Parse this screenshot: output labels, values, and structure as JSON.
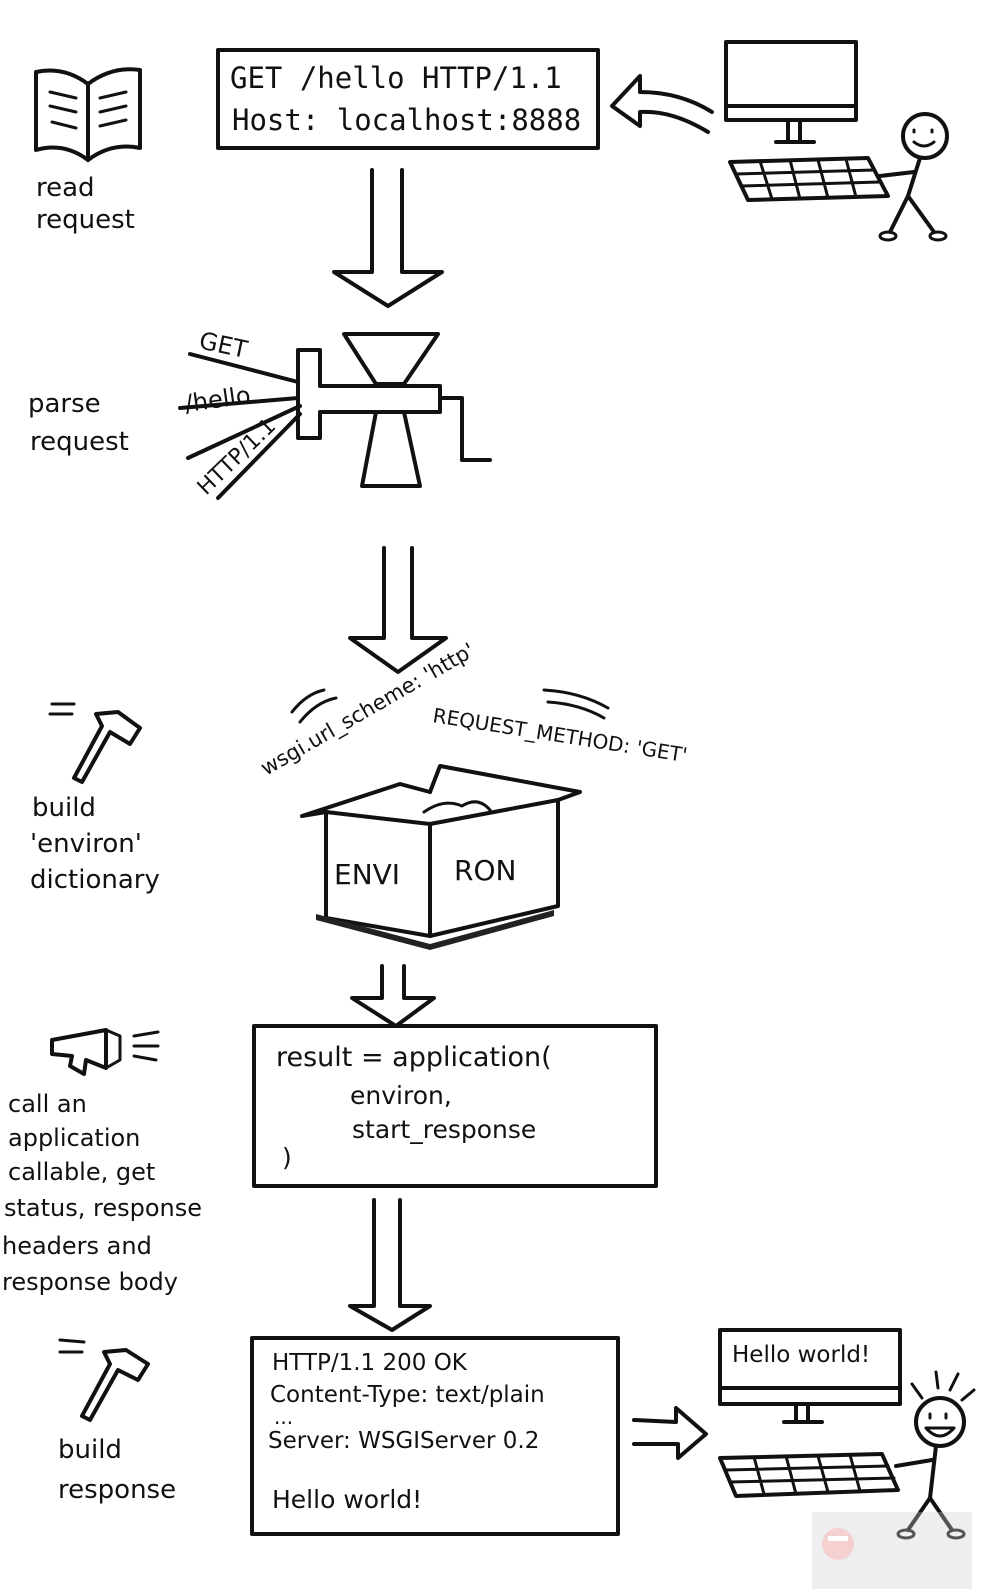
{
  "request_box": {
    "line1": "GET /hello HTTP/1.1",
    "line2": "Host: localhost:8888"
  },
  "steps": {
    "read": [
      "read",
      "request"
    ],
    "parse": [
      "parse",
      "request"
    ],
    "build_environ": [
      "build",
      "'environ'",
      "dictionary"
    ],
    "call_app": [
      "call an",
      "application",
      "callable, get",
      "status, response",
      "headers and",
      "response body"
    ],
    "build_response": [
      "build",
      "response"
    ]
  },
  "parser_inputs": {
    "method": "GET",
    "path": "/hello",
    "version": "HTTP/1.1"
  },
  "environ": {
    "box_left": "ENVI",
    "box_right": "RON",
    "key_scheme": "wsgi.url_scheme: 'http'",
    "key_method": "REQUEST_METHOD: 'GET'"
  },
  "app_call": {
    "line1": "result = application(",
    "line2": "environ,",
    "line3": "start_response",
    "line4": ")"
  },
  "response_box": {
    "line1": "HTTP/1.1  200 OK",
    "line2": "Content-Type: text/plain",
    "line3": "...",
    "line4": "Server: WSGIServer 0.2",
    "line5": "Hello world!"
  },
  "browser_screen_text": "Hello world!",
  "icons": [
    "open-book-icon",
    "computer-monitor-icon",
    "keyboard-icon",
    "stick-figure-icon",
    "meat-grinder-icon",
    "hammer-icon",
    "open-box-icon",
    "megaphone-icon",
    "happy-stick-figure-icon",
    "watermark-icon"
  ]
}
